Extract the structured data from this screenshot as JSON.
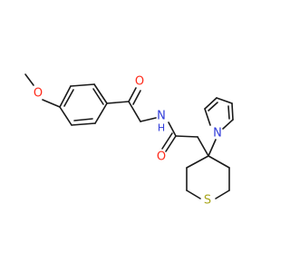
{
  "atoms": {
    "o_methoxy": "O",
    "o_ketone": "O",
    "n_amide": "N",
    "h_amide": "H",
    "o_amide": "O",
    "n_pyrrole": "N",
    "s_ring": "S"
  },
  "colors": {
    "bond": "#1a1a1a",
    "oxygen": "#ff2a1a",
    "nitrogen": "#2f3bd9",
    "sulfur": "#a8a51c",
    "background": "#ffffff"
  }
}
